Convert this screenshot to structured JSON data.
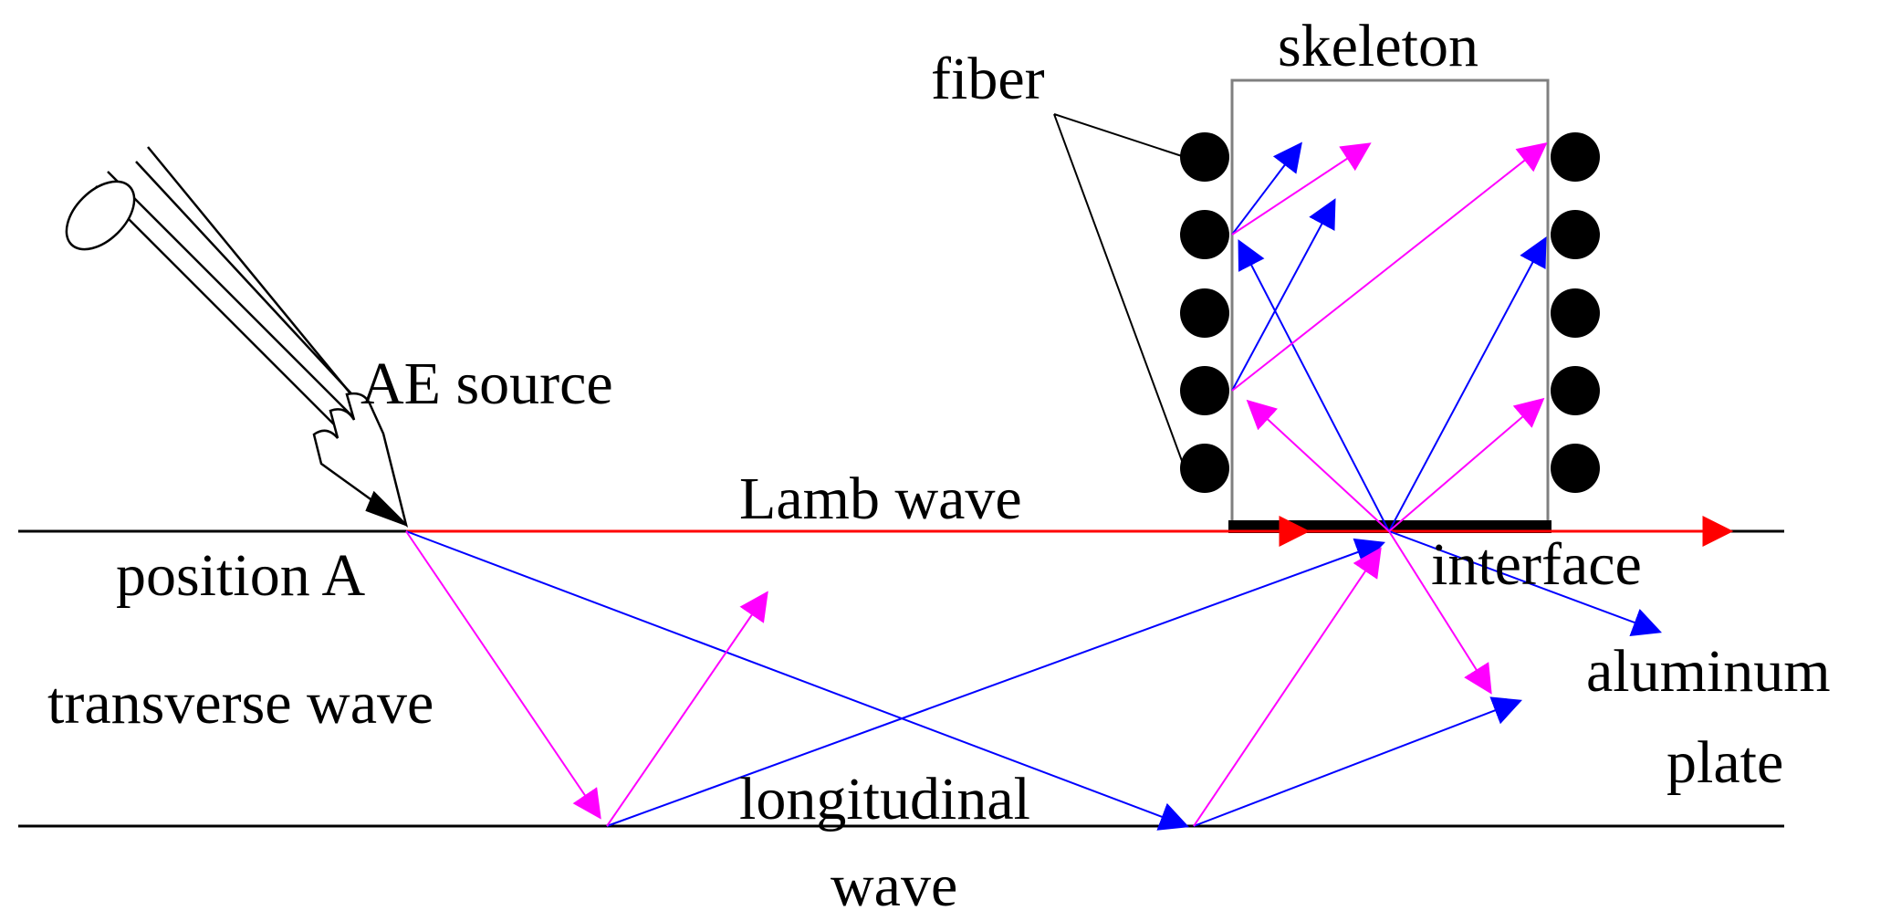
{
  "labels": {
    "skeleton": "skeleton",
    "fiber": "fiber",
    "ae_source": "AE source",
    "lamb_wave": "Lamb wave",
    "position_a": "position A",
    "interface": "interface",
    "transverse_wave": "transverse wave",
    "aluminum": "aluminum",
    "plate": "plate",
    "longitudinal": "longitudinal",
    "wave": "wave"
  },
  "colors": {
    "transverse": "#ff00ff",
    "longitudinal": "#0000ff",
    "lamb": "#ff0000",
    "structure": "#000000",
    "skeleton_outline": "#808080"
  }
}
